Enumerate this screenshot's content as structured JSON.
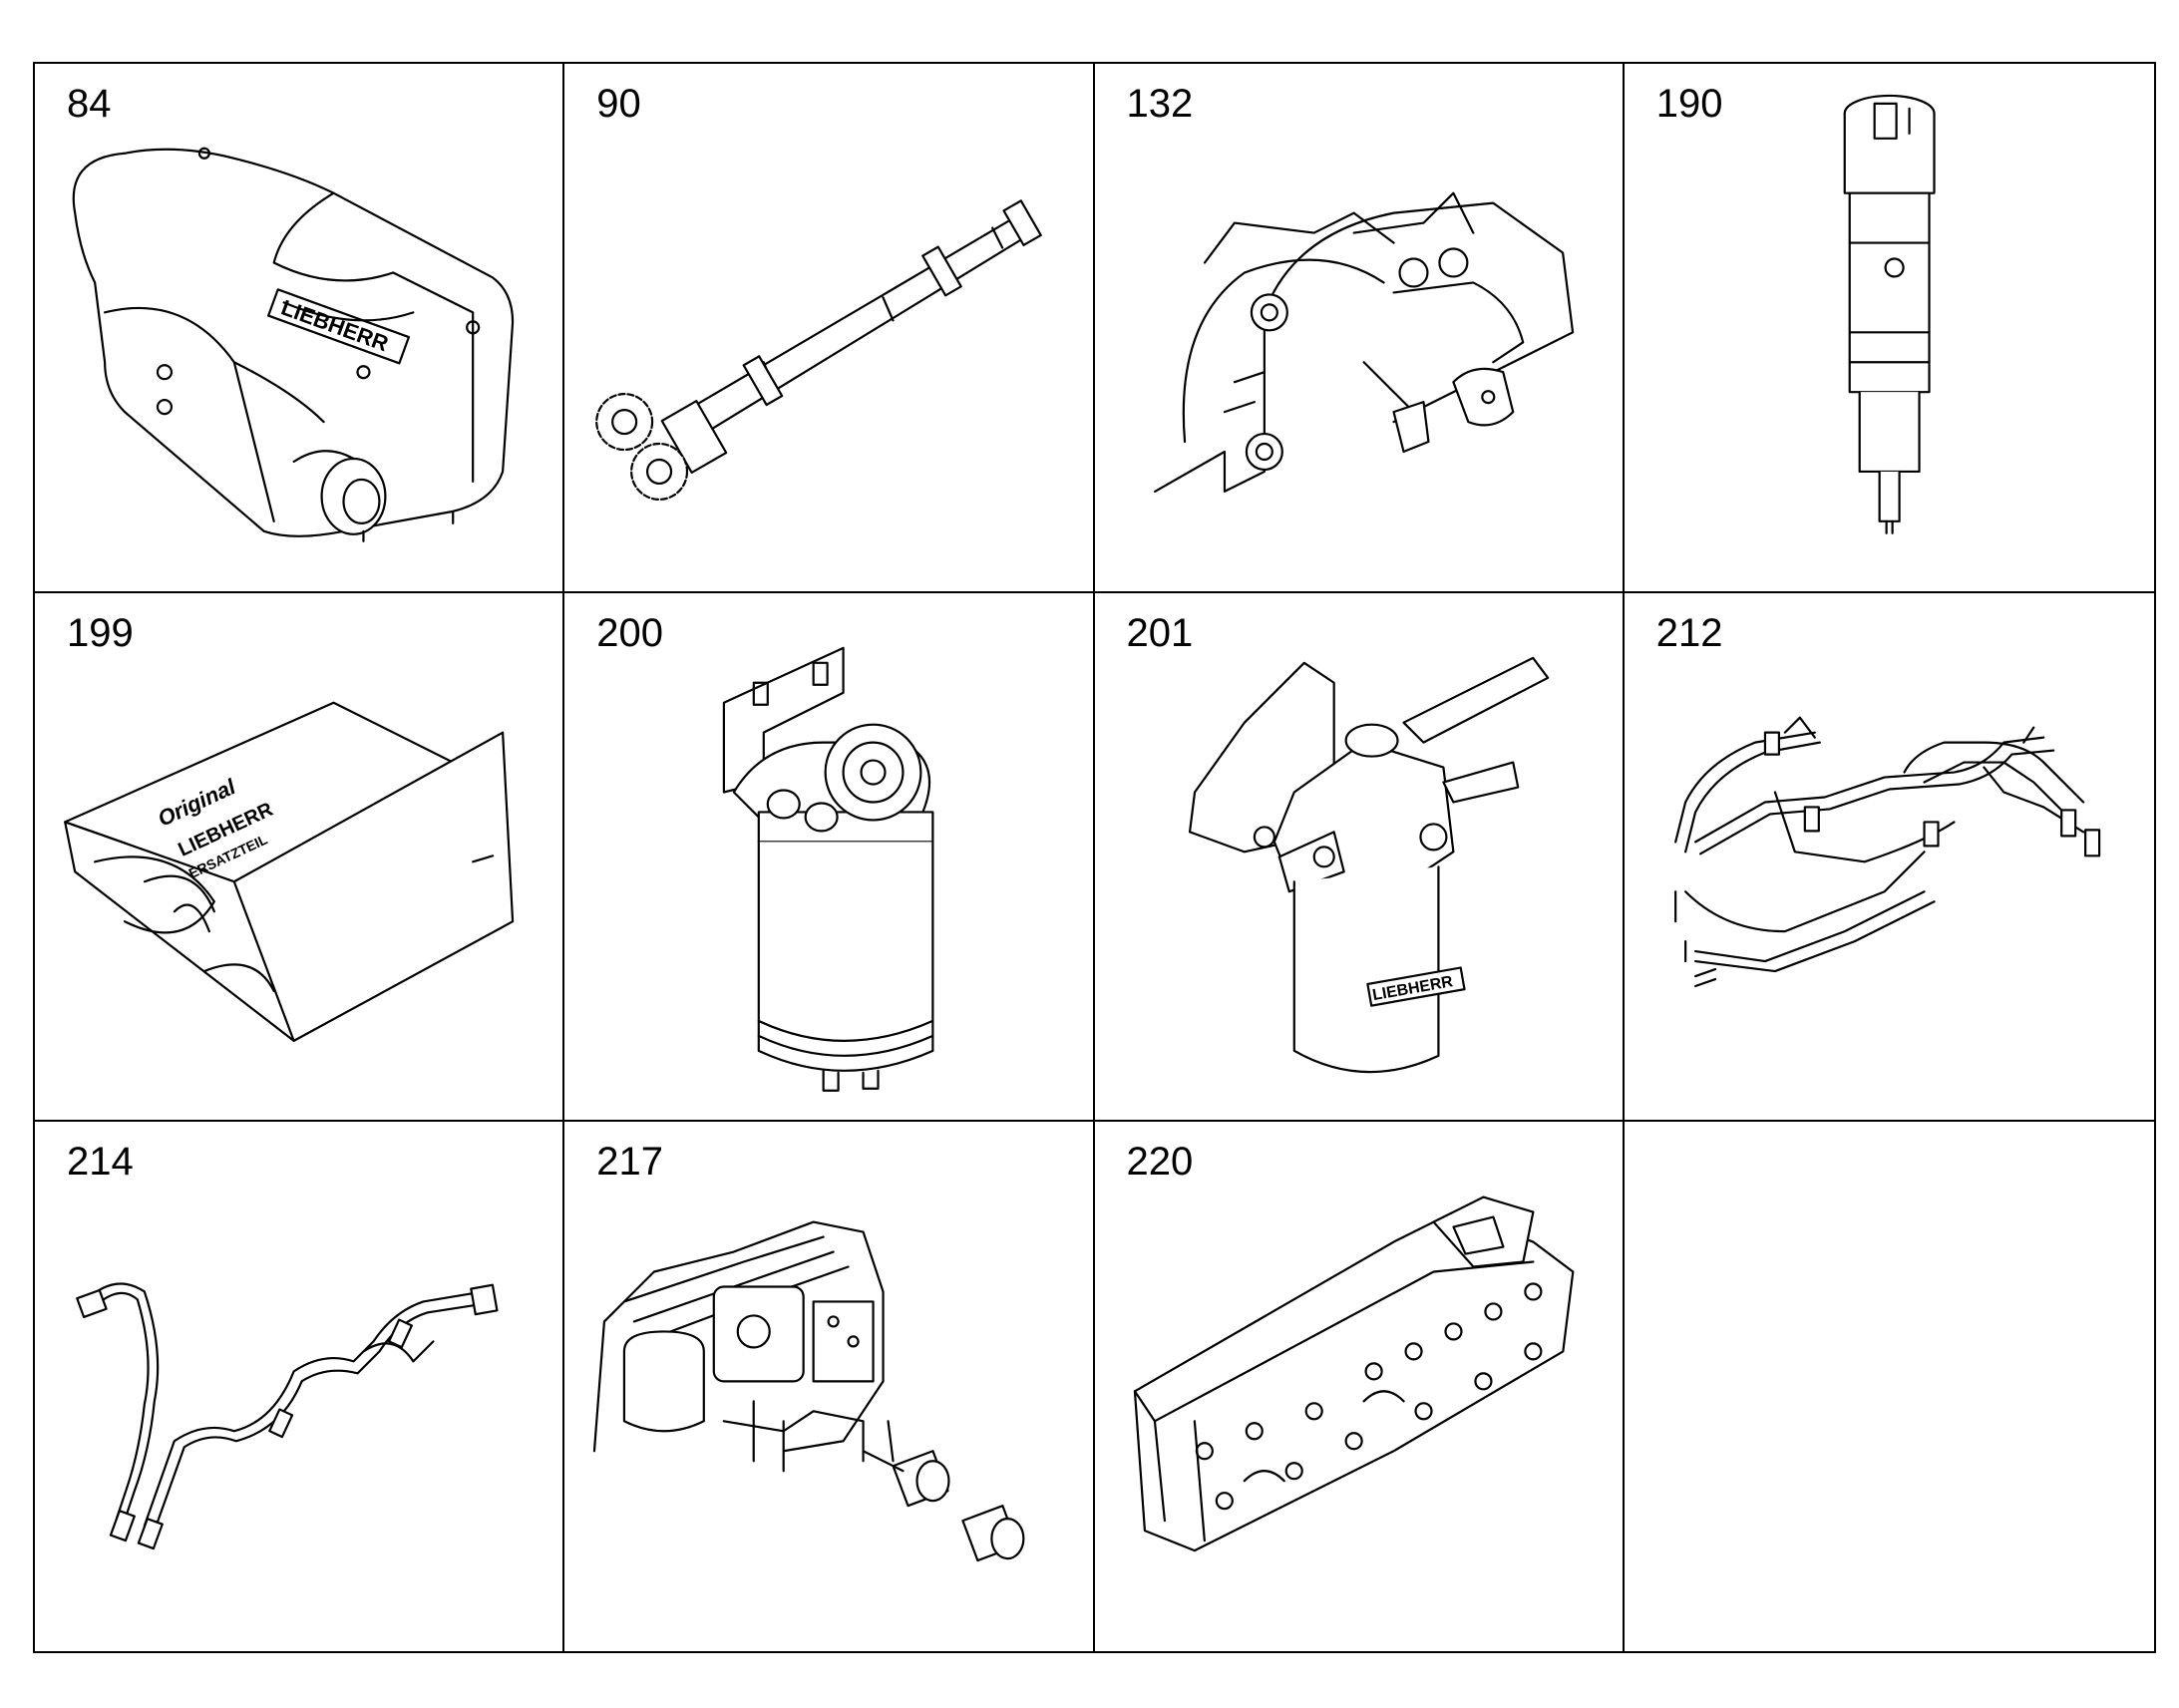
{
  "parts": [
    {
      "number": "84",
      "icon": "turbo-cover-icon",
      "logo_text": "LIEBHERR"
    },
    {
      "number": "90",
      "icon": "gear-shaft-icon"
    },
    {
      "number": "132",
      "icon": "housing-plug-icon"
    },
    {
      "number": "190",
      "icon": "injector-icon"
    },
    {
      "number": "199",
      "icon": "parts-box-icon",
      "box_text_1": "Original",
      "box_text_2": "LIEBHERR",
      "box_text_3": "ERSATZTEIL"
    },
    {
      "number": "200",
      "icon": "fuel-filter-icon"
    },
    {
      "number": "201",
      "icon": "fuel-filter-head-icon",
      "logo_text": "LIEBHERR"
    },
    {
      "number": "212",
      "icon": "pipe-harness-icon"
    },
    {
      "number": "214",
      "icon": "fuel-line-icon"
    },
    {
      "number": "217",
      "icon": "engine-fitting-icon"
    },
    {
      "number": "220",
      "icon": "manifold-icon"
    },
    {
      "number": "",
      "icon": ""
    }
  ]
}
